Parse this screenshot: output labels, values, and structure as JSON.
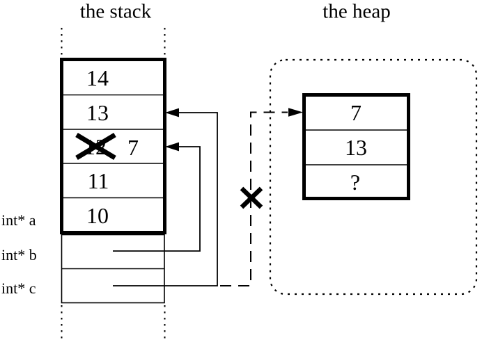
{
  "titles": {
    "stack": "the stack",
    "heap": "the heap"
  },
  "stack": {
    "frame_cells": [
      {
        "value": "14"
      },
      {
        "value": "13"
      },
      {
        "old_value": "12",
        "new_value": "7",
        "crossed_out": true
      },
      {
        "value": "11"
      },
      {
        "value": "10"
      }
    ],
    "pointer_labels": [
      {
        "label": "int* a"
      },
      {
        "label": "int* b"
      },
      {
        "label": "int* c"
      }
    ]
  },
  "heap": {
    "cells": [
      {
        "value": "7"
      },
      {
        "value": "13"
      },
      {
        "value": "?"
      }
    ]
  },
  "colors": {
    "ink": "#000000",
    "paper": "#ffffff"
  }
}
